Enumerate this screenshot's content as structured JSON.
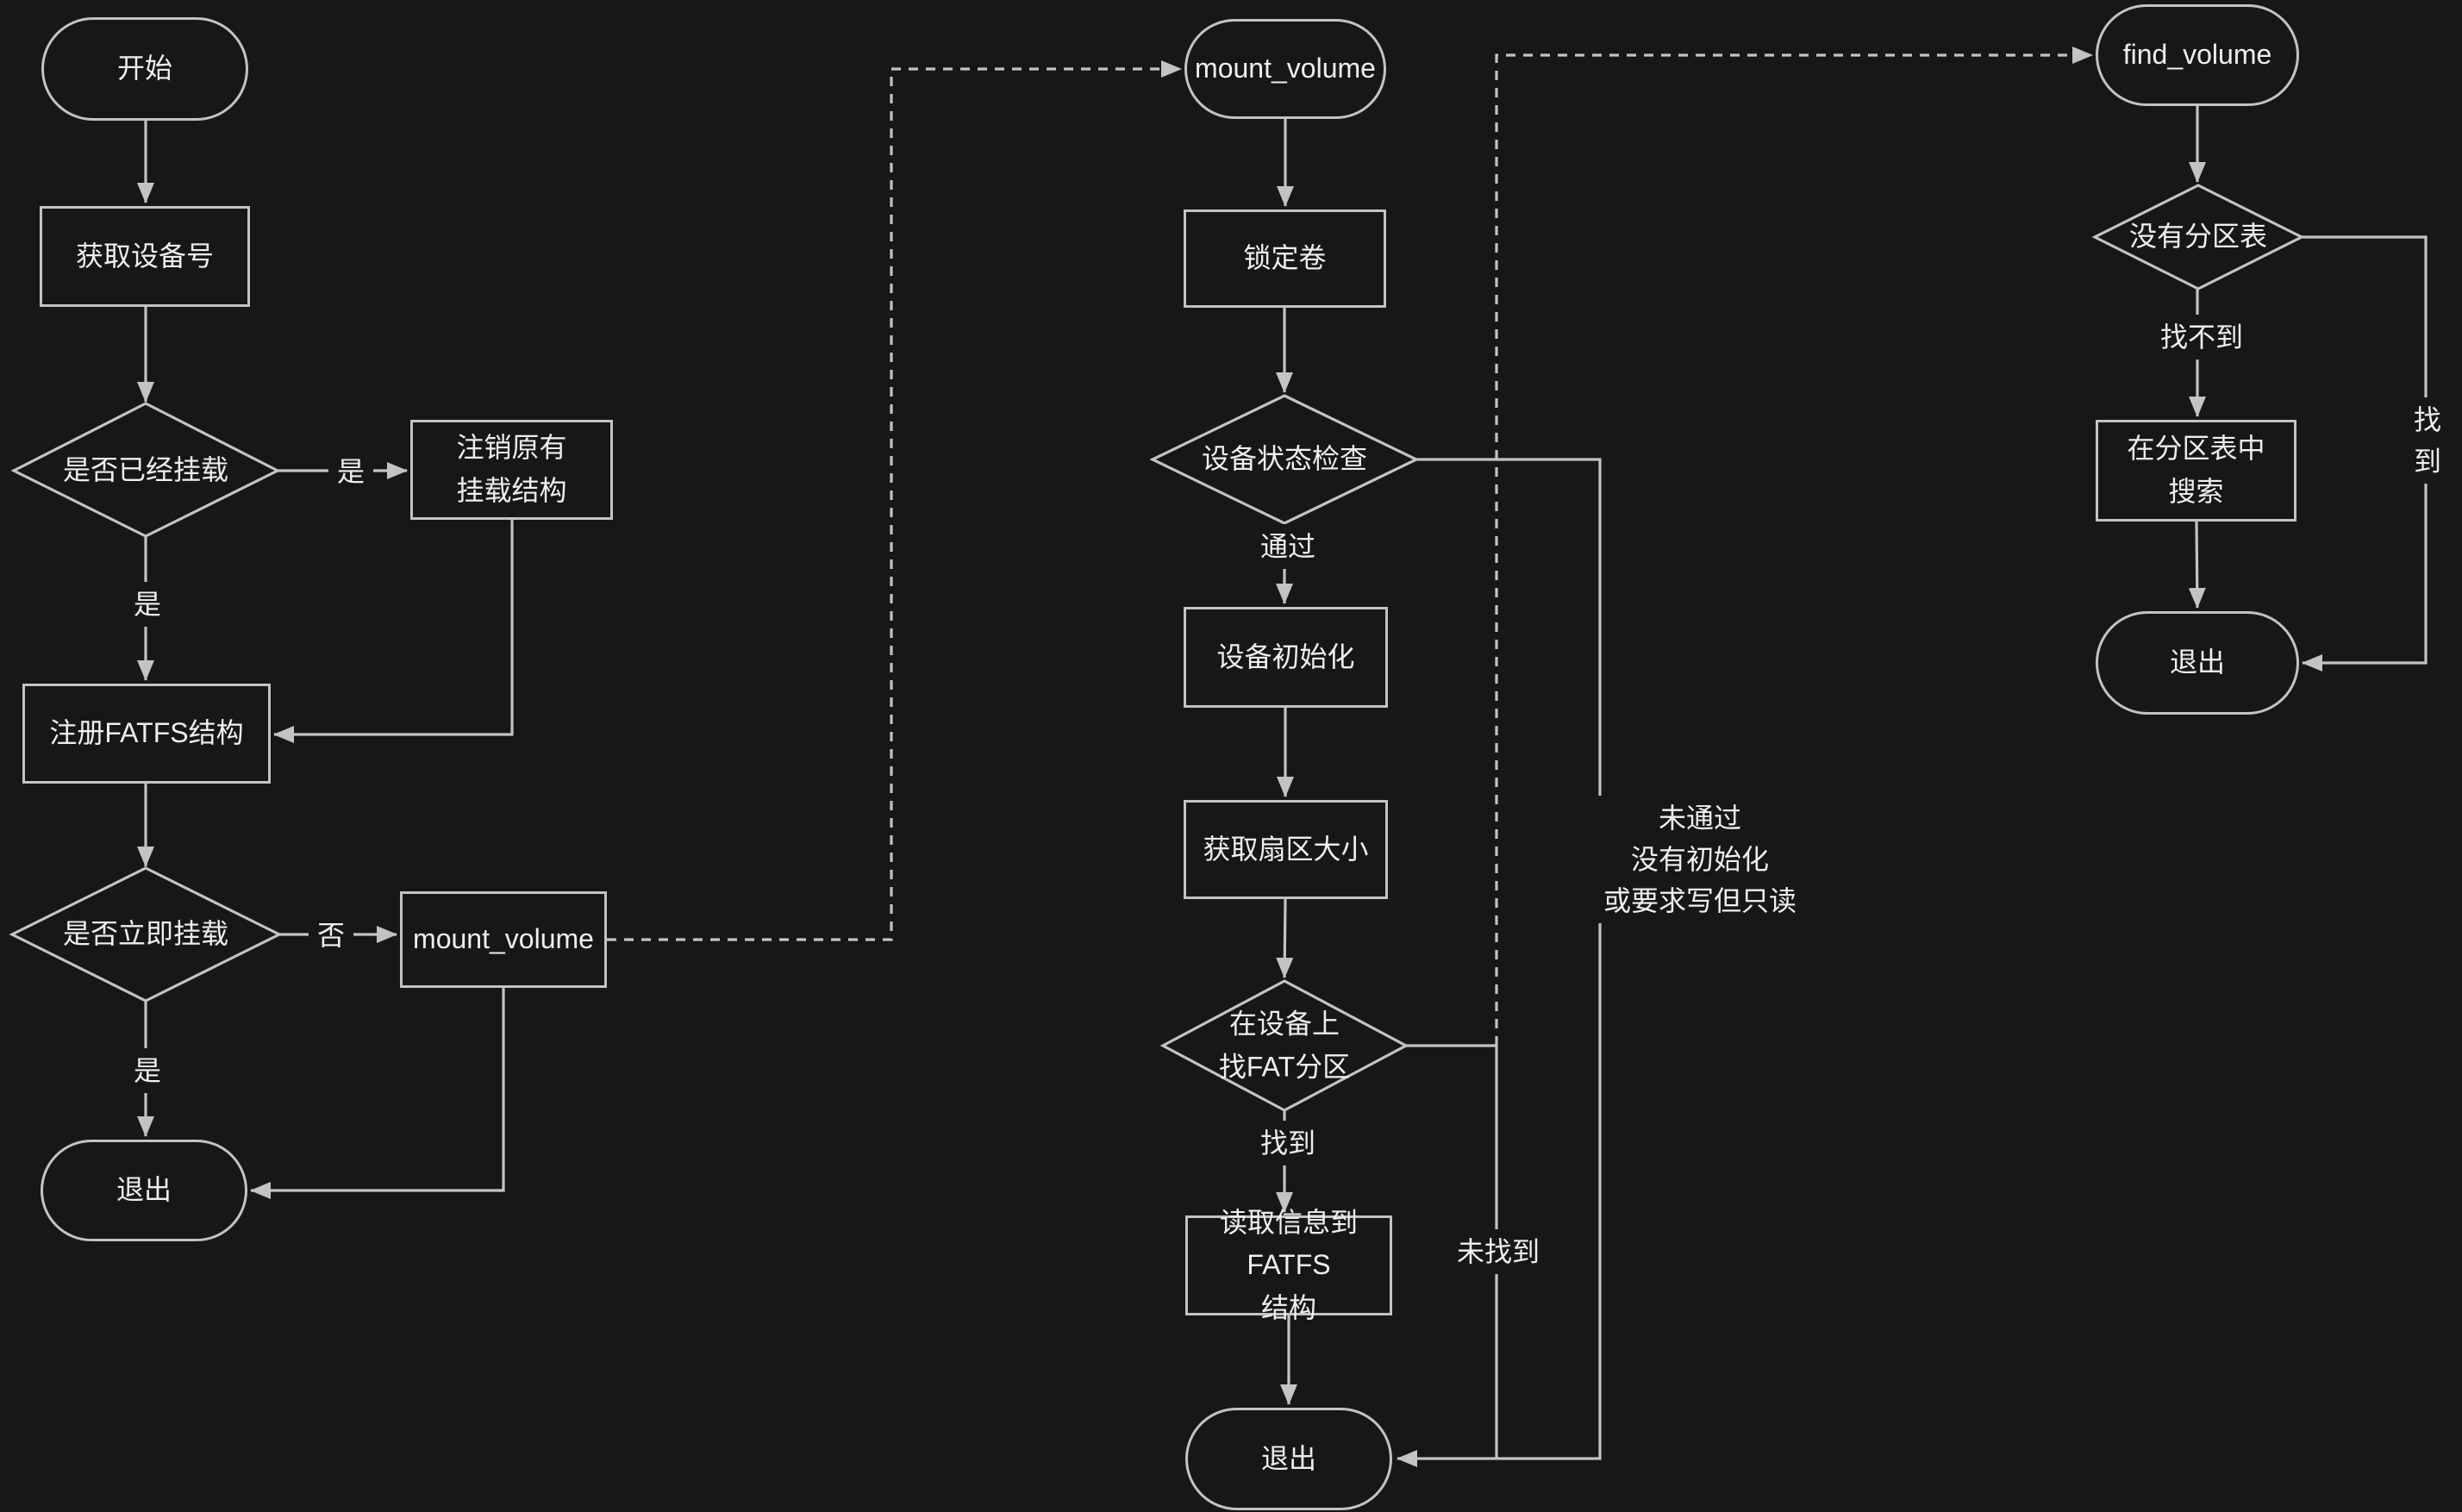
{
  "colors": {
    "background": "#171717",
    "line": "#c3c3c3",
    "text": "#efefef"
  },
  "nodes": {
    "start": {
      "label": "开始"
    },
    "get_device_id": {
      "label": "获取设备号"
    },
    "already_mounted": {
      "label": "是否已经挂载"
    },
    "unregister_old": {
      "label": "注销原有\n挂载结构"
    },
    "register_fatfs": {
      "label": "注册FATFS结构"
    },
    "mount_now": {
      "label": "是否立即挂载"
    },
    "mount_volume_call": {
      "label": "mount_volume"
    },
    "exit_left": {
      "label": "退出"
    },
    "mount_volume_entry": {
      "label": "mount_volume"
    },
    "lock_volume": {
      "label": "锁定卷"
    },
    "device_status_check": {
      "label": "设备状态检查"
    },
    "device_init": {
      "label": "设备初始化"
    },
    "get_sector_size": {
      "label": "获取扇区大小"
    },
    "find_fat_partition": {
      "label": "在设备上\n找FAT分区"
    },
    "read_info_to_fatfs": {
      "label": "读取信息到FATFS\n结构"
    },
    "exit_middle": {
      "label": "退出"
    },
    "find_volume_entry": {
      "label": "find_volume"
    },
    "no_partition_table": {
      "label": "没有分区表"
    },
    "search_partition_table": {
      "label": "在分区表中\n搜索"
    },
    "exit_right": {
      "label": "退出"
    }
  },
  "edge_labels": {
    "yes_to_unregister": "是",
    "yes_to_register": "是",
    "no_to_mount_call": "否",
    "yes_to_exit": "是",
    "pass": "通过",
    "fail_reason": "未通过\n没有初始化\n或要求写但只读",
    "found_mid": "找到",
    "not_found_mid": "未找到",
    "not_found_right": "找不到",
    "found_right": "找到"
  }
}
